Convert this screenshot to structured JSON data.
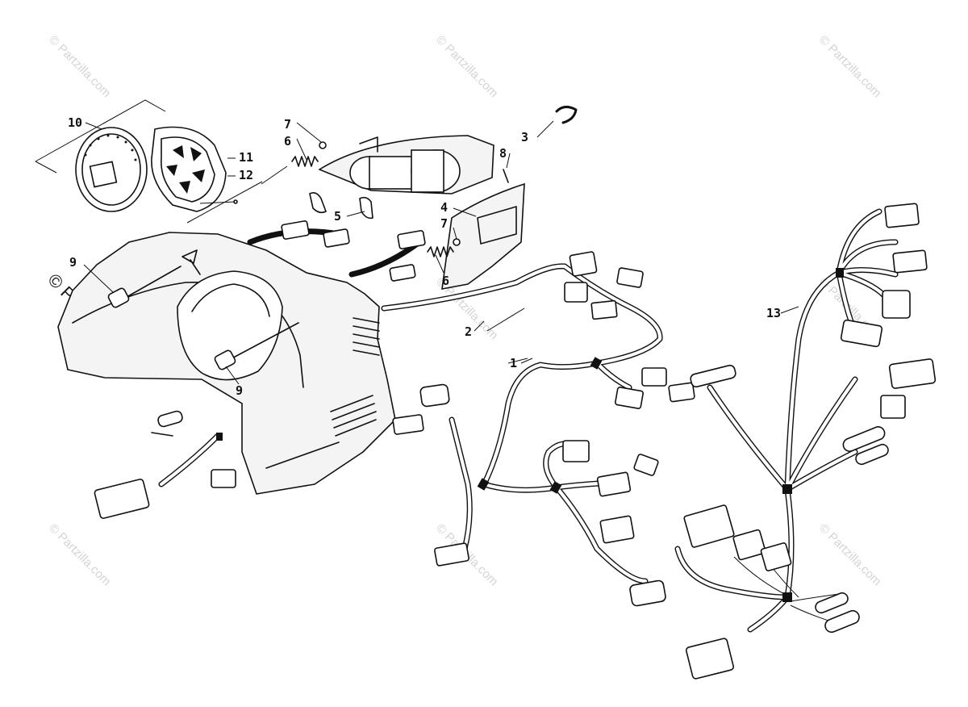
{
  "diagram": {
    "callouts": [
      "1",
      "2",
      "3",
      "4",
      "5",
      "6",
      "6",
      "7",
      "7",
      "8",
      "9",
      "9",
      "10",
      "11",
      "12",
      "13"
    ],
    "watermarks": {
      "main": "© Partzilla.com",
      "repeated": "© Partzilla.com"
    },
    "colors": {
      "line": "#111111",
      "background": "#ffffff",
      "watermark": "#d4d4d4"
    }
  }
}
